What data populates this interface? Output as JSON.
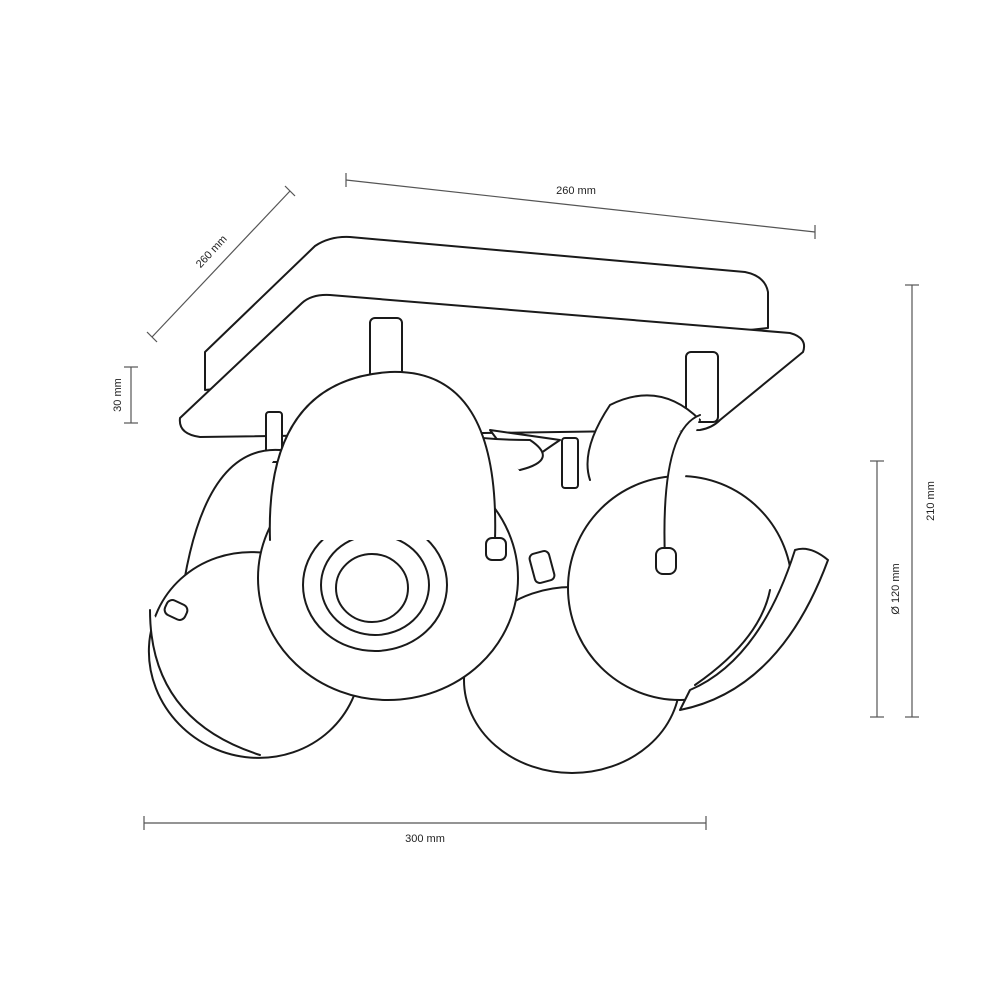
{
  "dimensions": {
    "top_width": "260 mm",
    "depth": "260 mm",
    "base_height": "30 mm",
    "total_height": "210 mm",
    "head_diameter": "Ø 120 mm",
    "total_width": "300 mm"
  }
}
